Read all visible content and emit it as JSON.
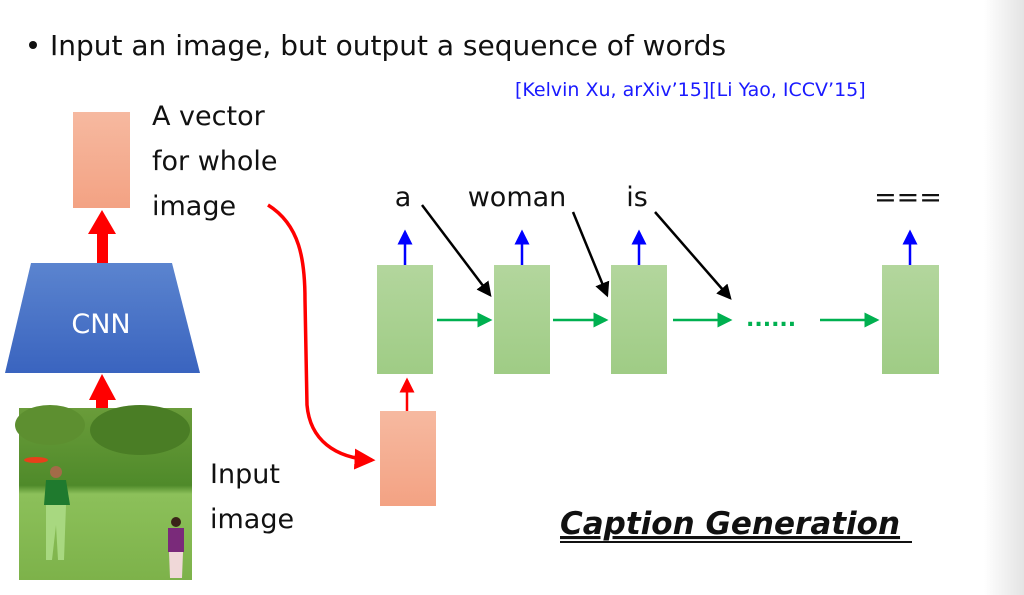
{
  "slide": {
    "bullet": "Input an image, but output a sequence of words",
    "citation": "[Kelvin Xu, arXiv’15][Li Yao, ICCV’15]",
    "vector_label": [
      "A vector",
      "for whole",
      "image"
    ],
    "cnn_label": "CNN",
    "input_label": [
      "Input",
      "image"
    ],
    "output_words": [
      "a",
      "woman",
      "is",
      "==="
    ],
    "ellipsis": "......",
    "caption": "Caption Generation"
  },
  "colors": {
    "citation": "#1a1aff",
    "cnn": "#4472c4",
    "rnn_box": "#a9d18e",
    "vector_box": "#f4a582",
    "arrow_red": "#ff0000",
    "arrow_green": "#00b050",
    "arrow_blue": "#0000ff"
  }
}
